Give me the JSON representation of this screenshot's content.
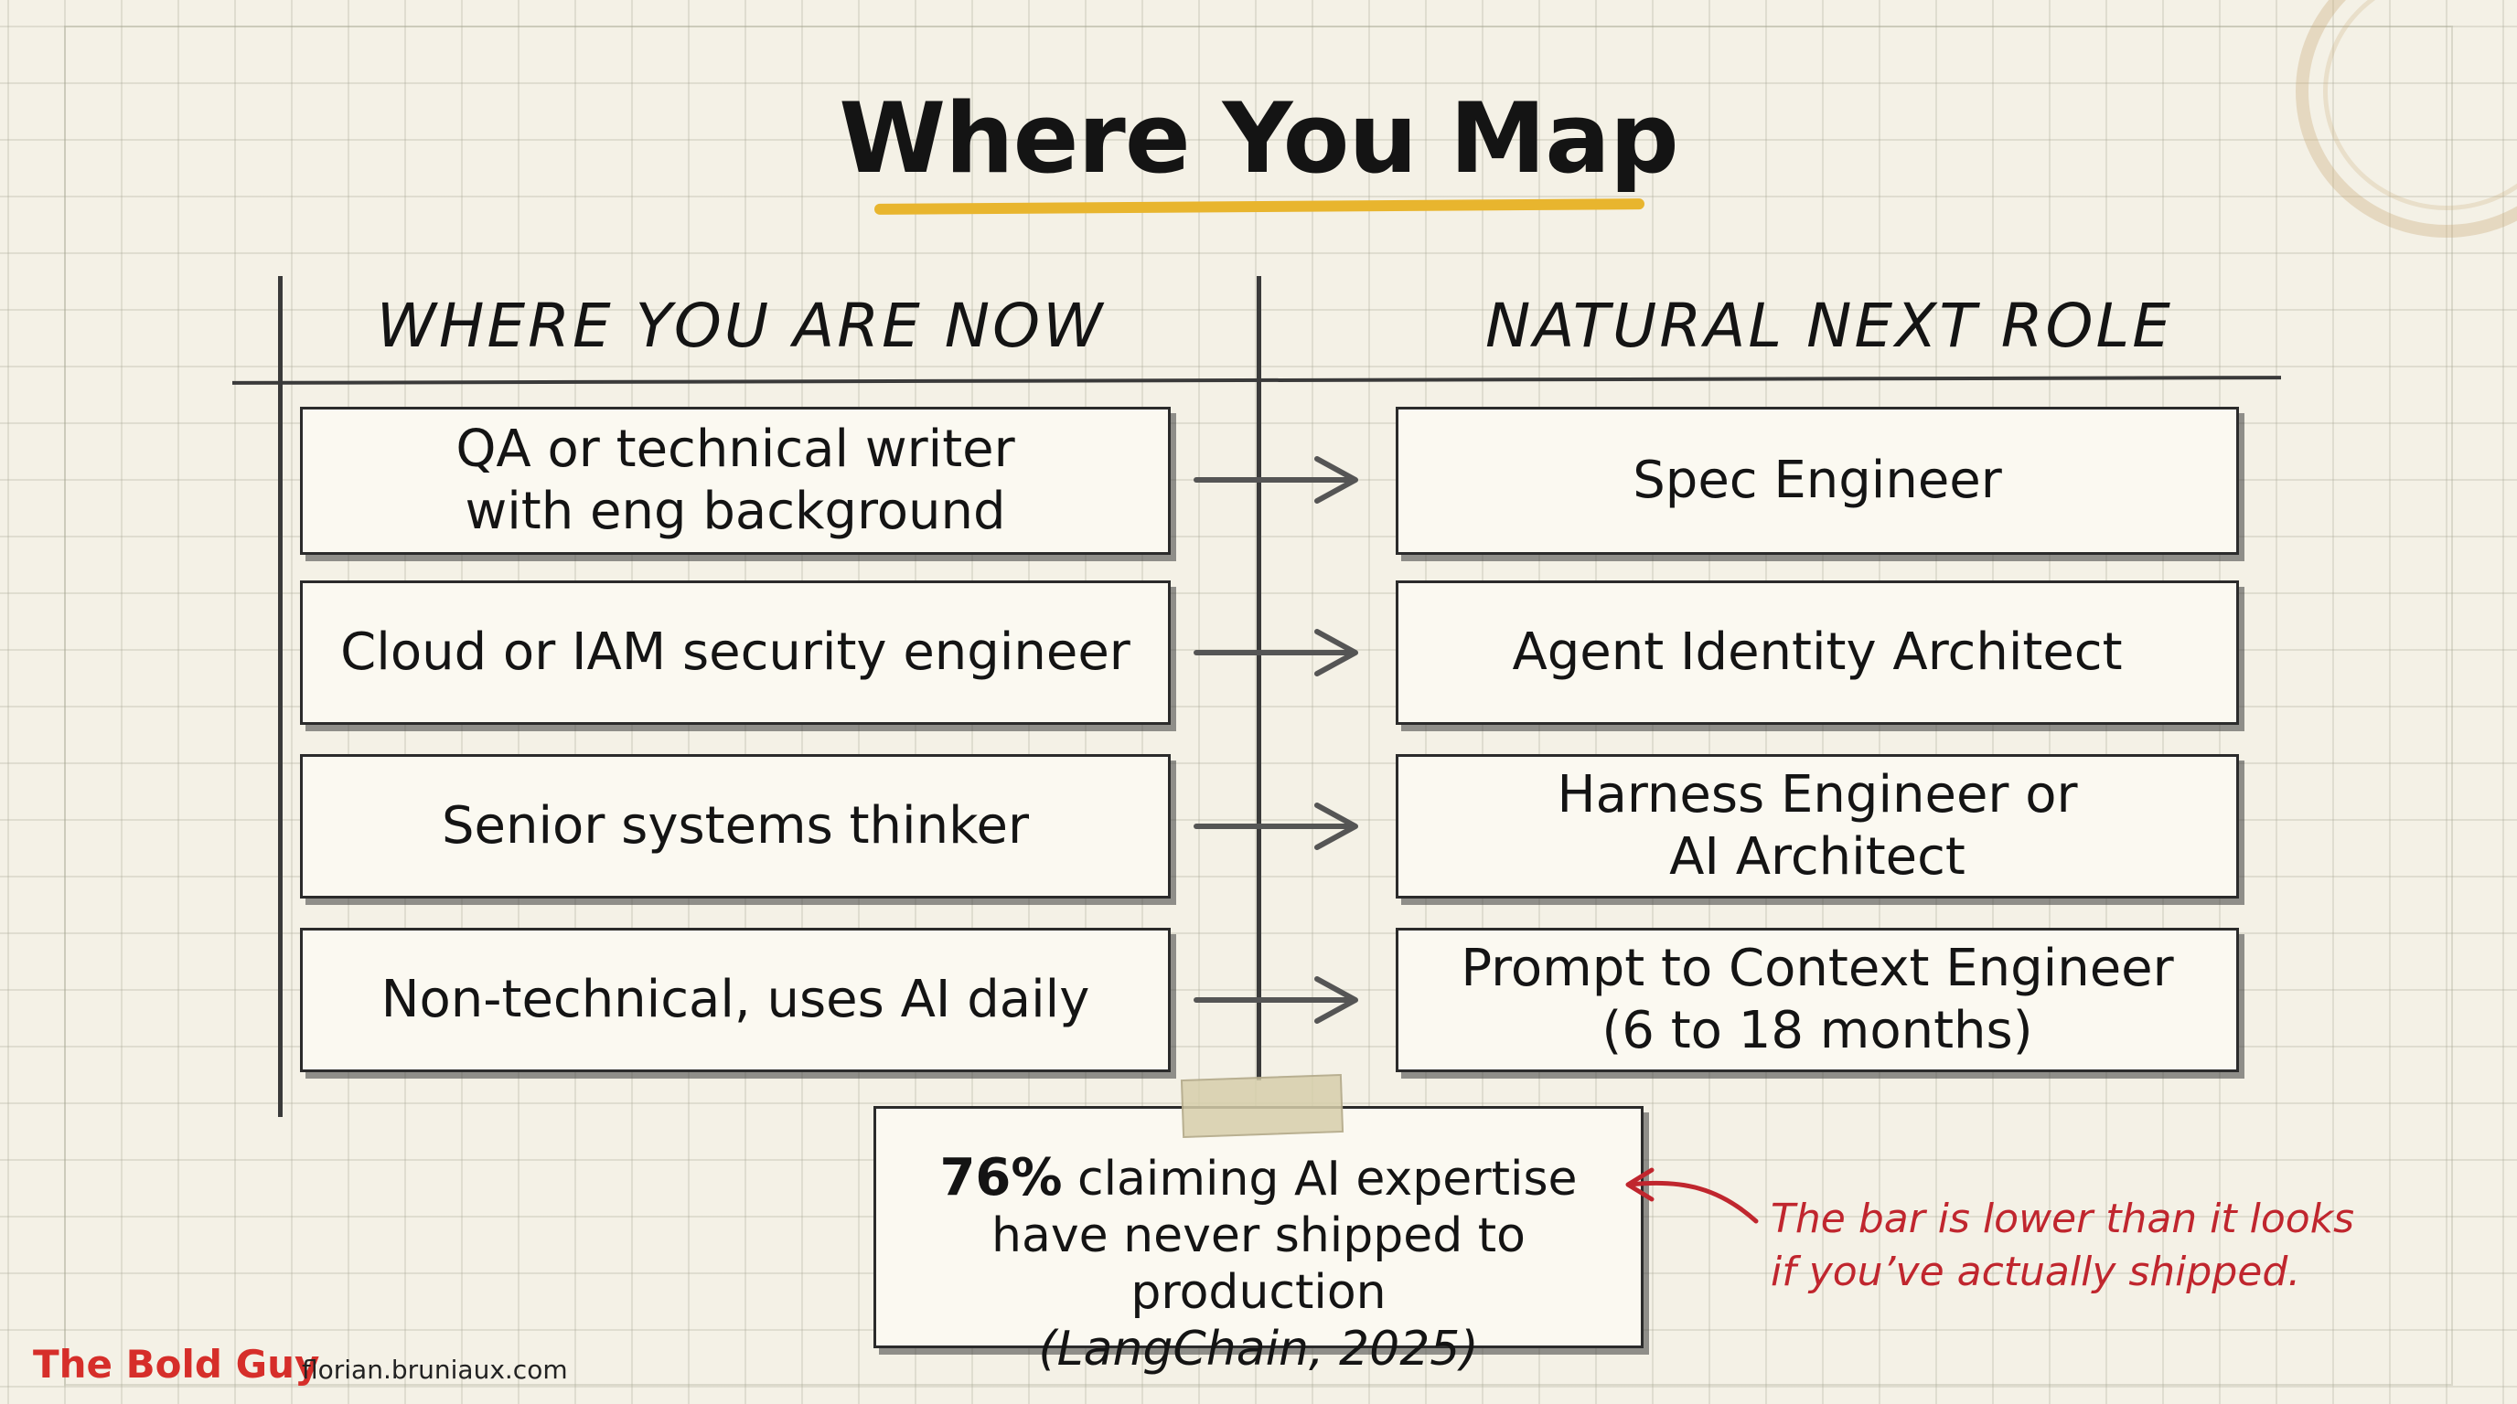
{
  "title": "Where You Map",
  "columns": {
    "left_header": "WHERE YOU ARE NOW",
    "right_header": "NATURAL NEXT ROLE"
  },
  "rows": [
    {
      "from": "QA or technical writer with eng background",
      "to": "Spec Engineer"
    },
    {
      "from": "Cloud or IAM security engineer",
      "to": "Agent Identity Architect"
    },
    {
      "from": "Senior systems thinker",
      "to": "Harness Engineer or AI Architect"
    },
    {
      "from": "Non-technical, uses AI daily",
      "to": "Prompt to Context Engineer (6 to 18 months)"
    }
  ],
  "note": {
    "stat": "76%",
    "line1_rest": " claiming AI expertise",
    "line2": "have never shipped to production",
    "citation": "(LangChain, 2025)"
  },
  "annotation": {
    "line1": "The bar is lower than it looks",
    "line2": "if you’ve actually shipped."
  },
  "footer": {
    "brand": "The Bold Guy",
    "site": "florian.bruniaux.com"
  },
  "colors": {
    "accent_underline": "#e8b52e",
    "annotation_red": "#c0262e",
    "brand_red": "#d62e2a"
  }
}
